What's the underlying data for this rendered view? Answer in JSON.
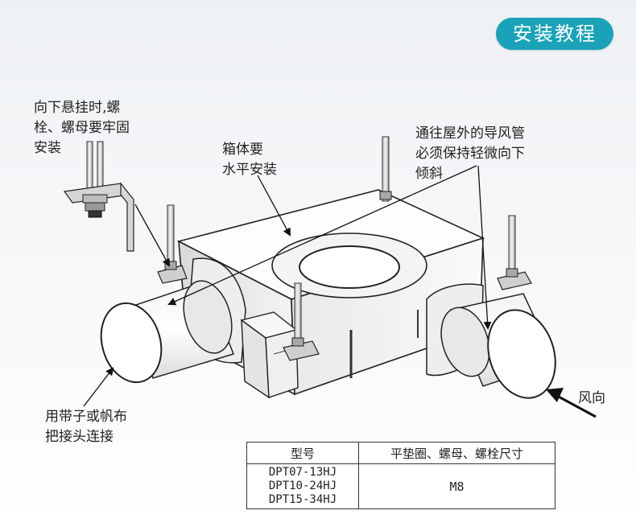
{
  "header": {
    "title": "安装教程"
  },
  "labels": {
    "hanging_note": "向下悬挂时,螺\n栓、螺母要牢固\n安装",
    "box_level": "箱体要\n水平安装",
    "duct_slope": "通往屋外的导风管\n必须保持轻微向下\n倾斜",
    "tape_note": "用带子或帆布\n把接头连接",
    "wind_direction": "风向"
  },
  "table": {
    "headers": [
      "型号",
      "平垫圈、螺母、螺栓尺寸"
    ],
    "models": [
      "DPT07-13HJ",
      "DPT10-24HJ",
      "DPT15-34HJ"
    ],
    "size": "M8"
  }
}
